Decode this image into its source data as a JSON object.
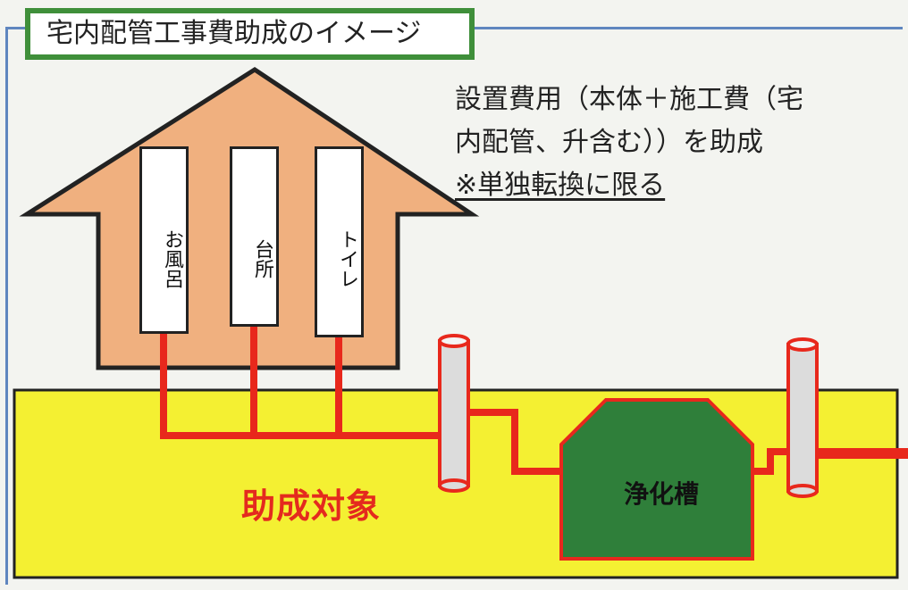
{
  "title": "宅内配管工事費助成のイメージ",
  "description": {
    "line1": "設置費用（本体＋施工費（宅",
    "line2": "内配管、升含む））を助成",
    "note": "※単独転換に限る"
  },
  "rooms": [
    {
      "label": "お風呂"
    },
    {
      "label": "台所"
    },
    {
      "label": "トイレ"
    }
  ],
  "subsidy_area_label": "助成対象",
  "tank_label": "浄化槽",
  "colors": {
    "house_fill": "#f0b07f",
    "subsidy_area": "#f4f032",
    "pipe": "#e8281c",
    "tank": "#2f7f3a",
    "title_border": "#3f8f3a",
    "frame": "#5f86bf"
  }
}
